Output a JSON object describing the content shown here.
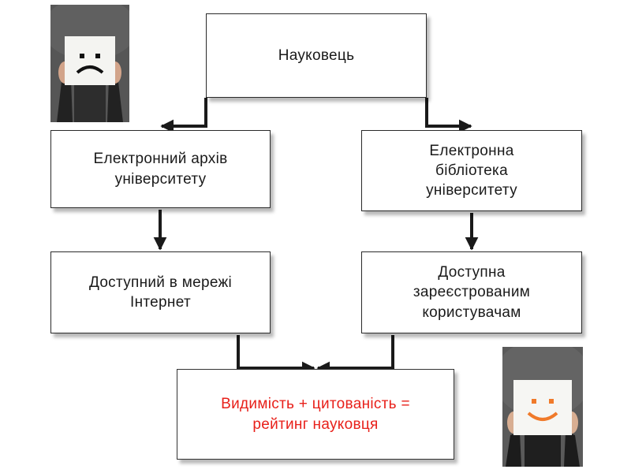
{
  "diagram": {
    "top_box": "Науковець",
    "left_box_1": "Електронний архів\nуніверситету",
    "right_box_1": "Електронна\nбібліотека\nуніверситету",
    "left_box_2": "Доступний в мережі\nІнтернет",
    "right_box_2": "Доступна\nзареєстрованим\nкористувачам",
    "bottom_box": "Видимість + цитованість =\nрейтинг науковця"
  },
  "colors": {
    "box_border": "#2a2a2a",
    "text": "#1a1a1a",
    "highlight_text": "#e8201a",
    "arrow": "#1a1a1a"
  },
  "icons": {
    "top_left_photo": "person-holding-sad-face-sign-icon",
    "bottom_right_photo": "person-holding-smiley-face-sign-icon"
  }
}
